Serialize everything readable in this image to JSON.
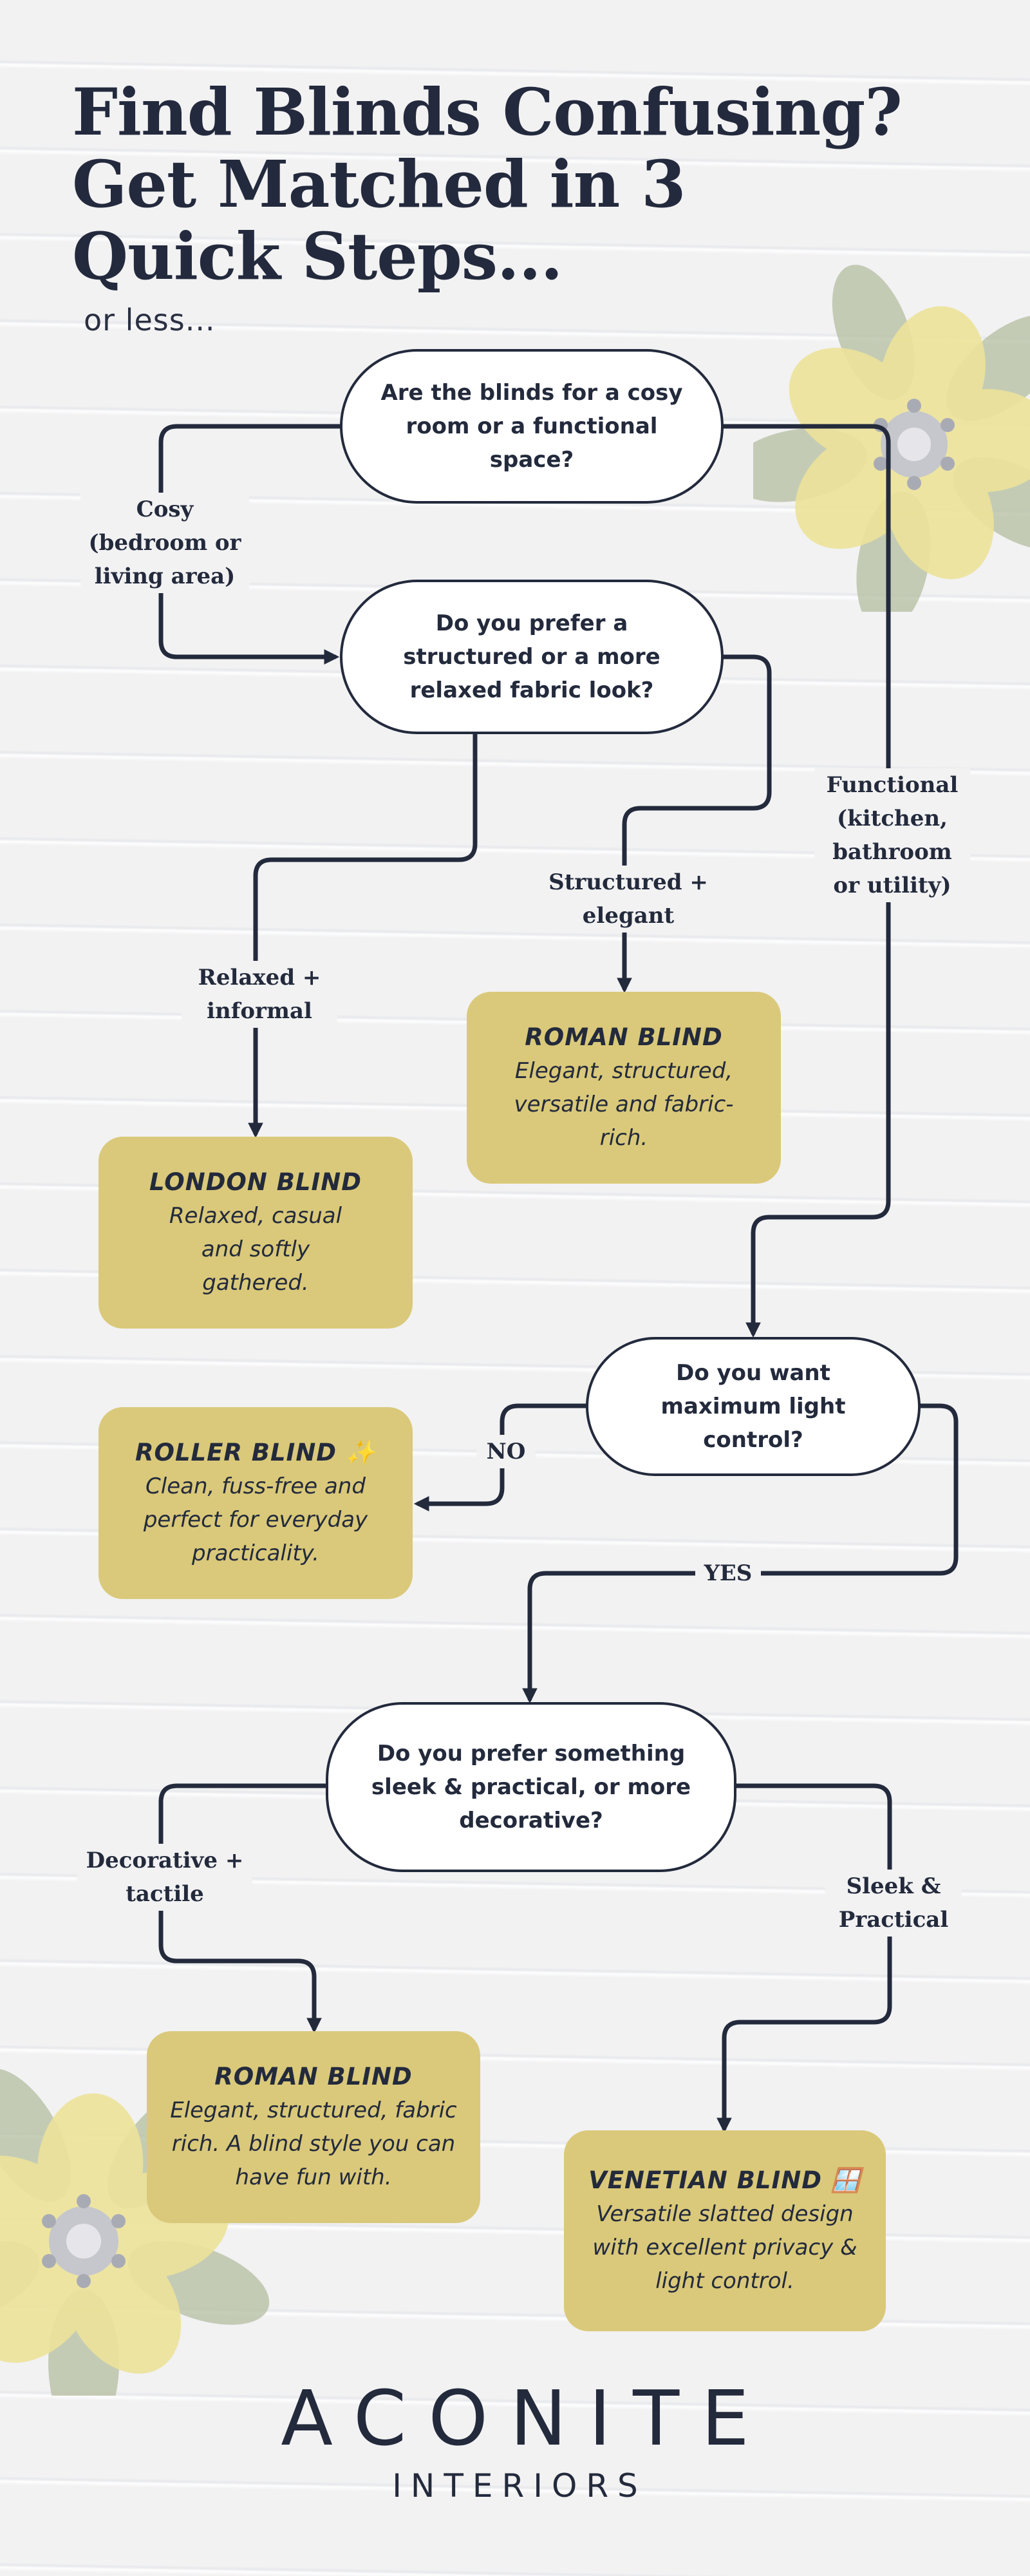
{
  "header": {
    "title_line1": "Find Blinds Confusing?",
    "title_line2": "Get Matched in 3",
    "title_line3": "Quick Steps...",
    "subtitle": "or less..."
  },
  "questions": {
    "q1": "Are the blinds for a cosy room or a functional space?",
    "q2": "Do you prefer a structured or a more relaxed fabric look?",
    "q3": "Do you want maximum light control?",
    "q4": "Do you prefer something sleek & practical, or more decorative?"
  },
  "labels": {
    "cosy": "Cosy (bedroom or living area)",
    "functional": "Functional (kitchen, bathroom or utility)",
    "structured": "Structured + elegant",
    "relaxed": "Relaxed + informal",
    "no": "NO",
    "yes": "YES",
    "decorative": "Decorative + tactile",
    "sleek": "Sleek & Practical"
  },
  "results": {
    "roman1": {
      "title": "ROMAN BLIND",
      "desc": "Elegant, structured, versatile and fabric-rich."
    },
    "london": {
      "title": "LONDON BLIND",
      "desc": "Relaxed, casual and softly gathered."
    },
    "roller": {
      "title": "ROLLER BLIND ✨",
      "desc": "Clean, fuss-free and perfect for everyday practicality."
    },
    "roman2": {
      "title": "ROMAN BLIND",
      "desc": "Elegant, structured, fabric rich. A blind style you can have fun with."
    },
    "venetian": {
      "title": "VENETIAN BLIND 🪟",
      "desc": "Versatile slatted design with excellent privacy & light control."
    }
  },
  "brand": {
    "name": "ACONITE",
    "sub": "INTERIORS"
  },
  "colors": {
    "navy": "#232a3c",
    "mustard": "#dac97a",
    "background": "#f2f2f3",
    "flower_yellow": "#ede39a",
    "leaf_green": "#b4bea0"
  },
  "icons": {
    "flower": "flower-icon"
  }
}
